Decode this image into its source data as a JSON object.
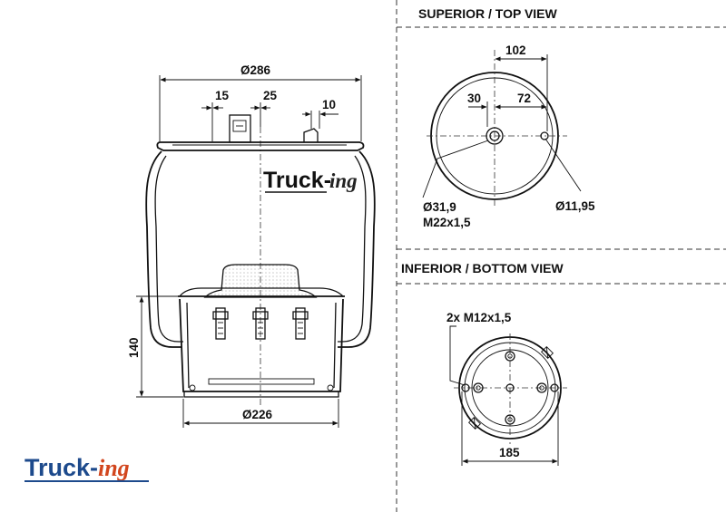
{
  "headers": {
    "top_view": "SUPERIOR / TOP VIEW",
    "bottom_view": "INFERIOR / BOTTOM VIEW"
  },
  "side_view": {
    "dia_top": "Ø286",
    "dim_15": "15",
    "dim_25": "25",
    "dim_10": "10",
    "height": "140",
    "dia_base": "Ø226"
  },
  "top_view": {
    "dim_102": "102",
    "dim_30": "30",
    "dim_72": "72",
    "dia_center": "Ø31,9",
    "thread_center": "M22x1,5",
    "dia_hole": "Ø11,95"
  },
  "bottom_view": {
    "thread": "2x M12x1,5",
    "dim_185": "185"
  },
  "brand": {
    "name_a": "Truck-",
    "name_b": "ing"
  },
  "colors": {
    "brand_blue": "#1d4a8c",
    "brand_orange": "#d2461e",
    "line": "#111111"
  }
}
